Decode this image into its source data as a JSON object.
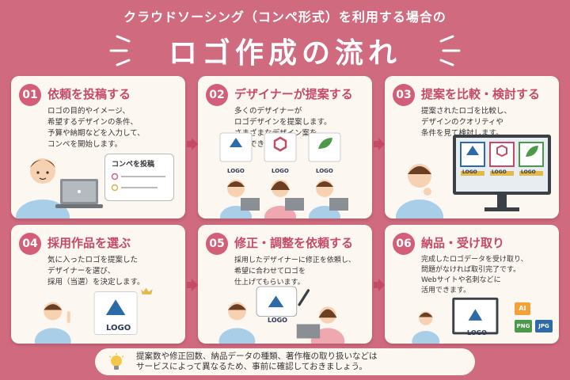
{
  "header": {
    "subtitle": "クラウドソーシング（コンペ形式）を利用する場合の",
    "title": "ロゴ作成の流れ"
  },
  "steps": [
    {
      "num": "01",
      "title": "依頼を投稿する",
      "lines": [
        "ロゴの目的やイメージ、",
        "希望するデザインの条件、",
        "予算や納期などを入力して、",
        "コンペを開始します。"
      ],
      "bubble": "コンペを投稿"
    },
    {
      "num": "02",
      "title": "デザイナーが提案する",
      "lines": [
        "多くのデザイナーが",
        "ロゴデザインを提案します。",
        "さまざまなデザイン案を",
        "比較できます。"
      ],
      "logo": "LOGO"
    },
    {
      "num": "03",
      "title": "提案を比較・検討する",
      "lines": [
        "提案されたロゴを比較し、",
        "デザインのクオリティや",
        "条件を見て検討します。"
      ],
      "logo": "LOGO"
    },
    {
      "num": "04",
      "title": "採用作品を選ぶ",
      "lines": [
        "気に入ったロゴを提案した",
        "デザイナーを選び、",
        "採用（当選）を決定します。"
      ],
      "logo": "LOGO"
    },
    {
      "num": "05",
      "title": "修正・調整を依頼する",
      "lines": [
        "採用したデザイナーに修正を依頼し、",
        "希望に合わせてロゴを",
        "仕上げてもらいます。"
      ],
      "logo": "LOGO"
    },
    {
      "num": "06",
      "title": "納品・受け取り",
      "lines": [
        "完成したロゴデータを受け取り、",
        "問題がなければ取引完了です。",
        "Webサイトや名刺などに",
        "活用できます。"
      ],
      "logo": "LOGO",
      "formats": [
        "AI",
        "PNG",
        "JPG"
      ]
    }
  ],
  "note": {
    "line1": "提案数や修正回数、納品データの種類、著作権の取り扱いなどは",
    "line2": "サービスによって異なるため、事前に確認しておきましょう。"
  },
  "colors": {
    "background": "#cf6a7f",
    "card": "#fdf7f2",
    "accent": "#d35e78",
    "logo_blue": "#2d6aa8"
  }
}
